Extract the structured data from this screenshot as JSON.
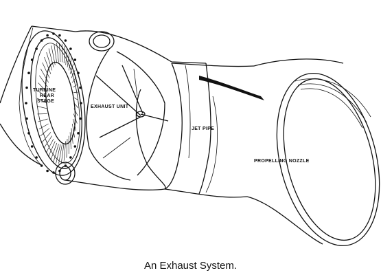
{
  "diagram": {
    "labels": {
      "turbine_rear_stage": [
        "TURBINE",
        "REAR",
        "STAGE"
      ],
      "exhaust_unit": "EXHAUST UNIT",
      "jet_pipe": "JET PIPE",
      "propelling_nozzle": "PROPELLING NOZZLE"
    },
    "caption": "An Exhaust System."
  }
}
